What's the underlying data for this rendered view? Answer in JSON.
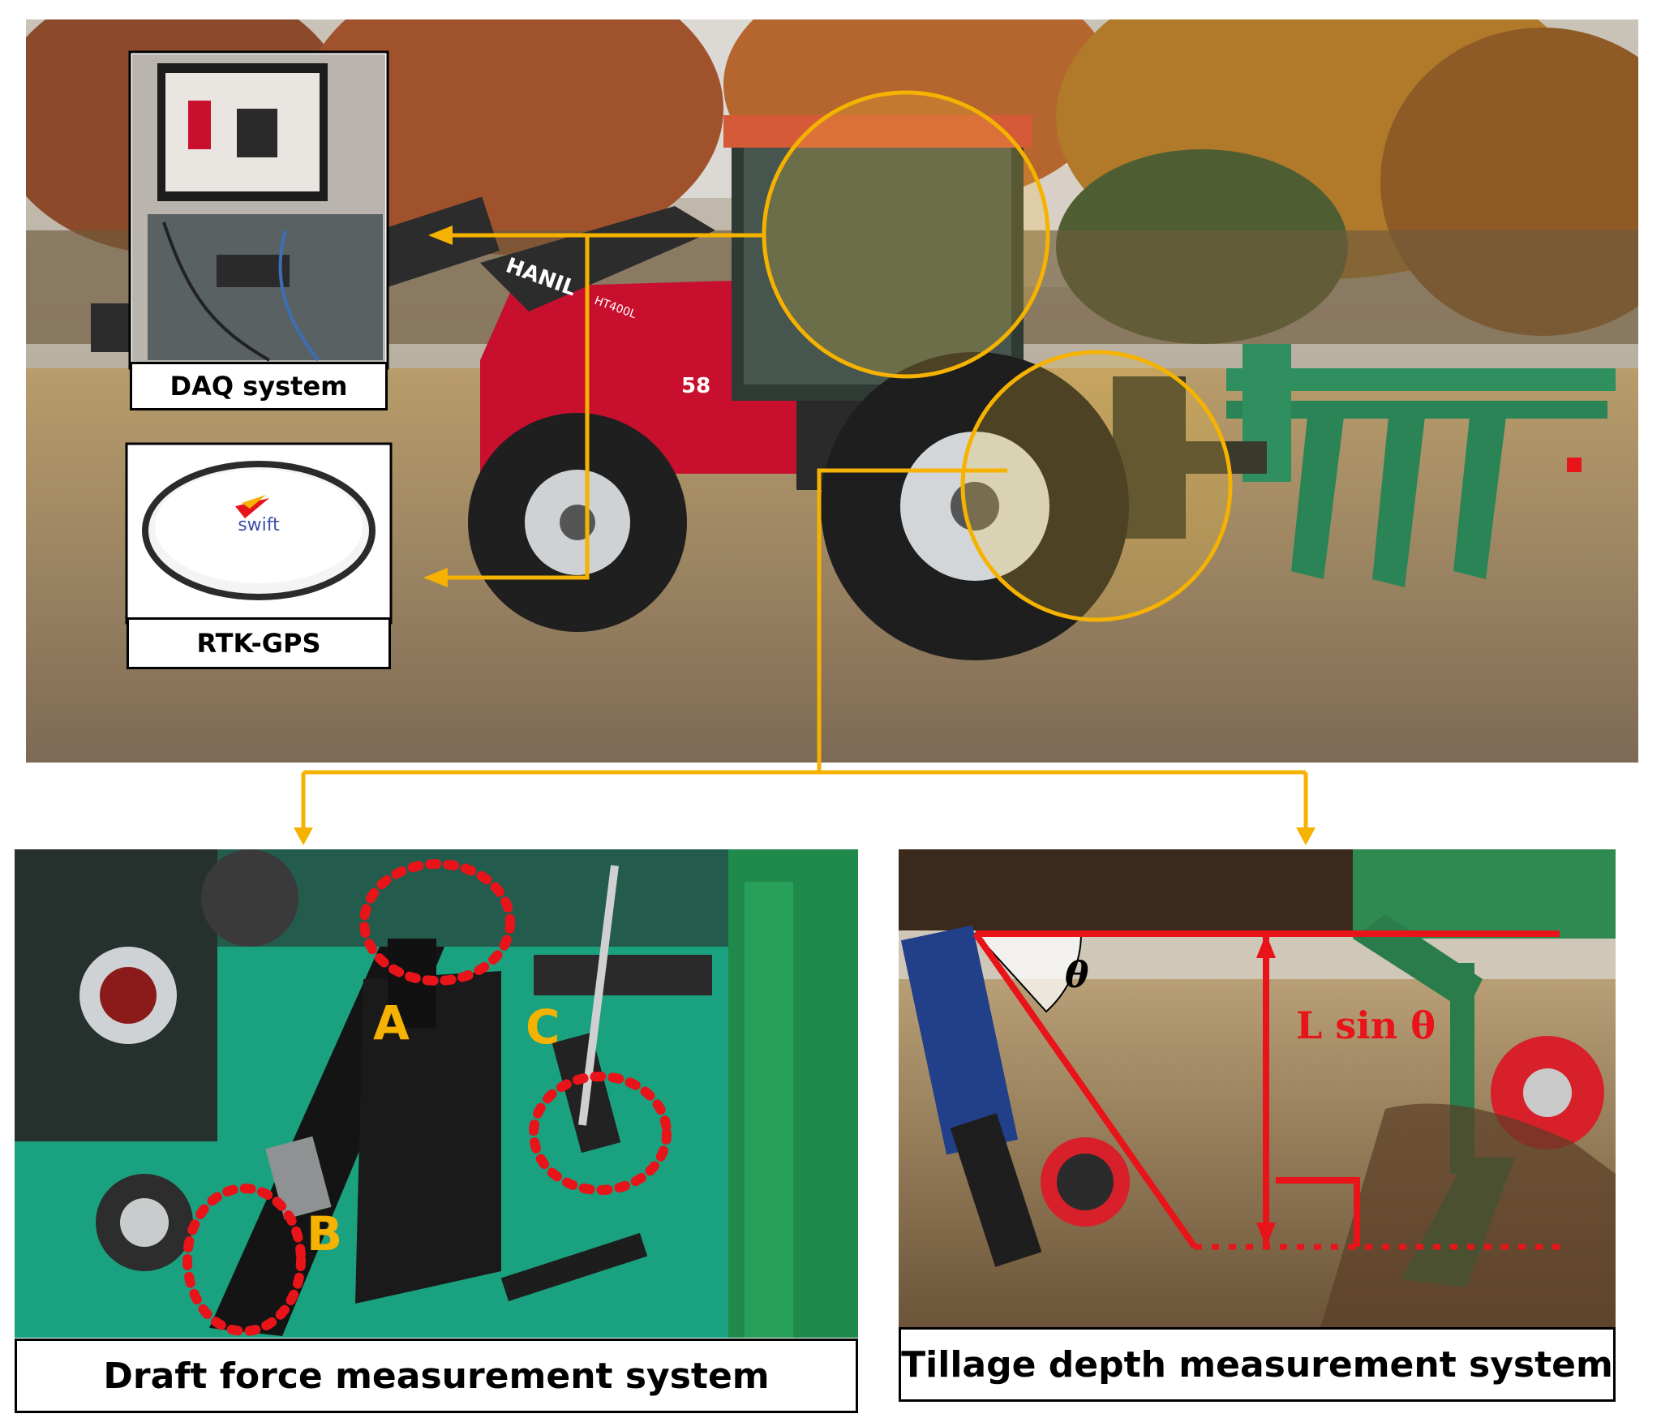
{
  "labels": {
    "daq": "DAQ system",
    "gps": "RTK-GPS",
    "draft": "Draft force measurement system",
    "tillage": "Tillage depth measurement system"
  },
  "tractor": {
    "loader_brand": "HANIL",
    "loader_model": "HT400L",
    "hood_number": "58"
  },
  "gps_device": {
    "brand": "swift"
  },
  "draft_points": [
    "A",
    "B",
    "C"
  ],
  "tillage": {
    "angle_symbol": "θ",
    "formula": "L sin θ"
  },
  "colors": {
    "callout": "#f5b200",
    "measure": "#e8141a",
    "letters": "#f5b200"
  }
}
